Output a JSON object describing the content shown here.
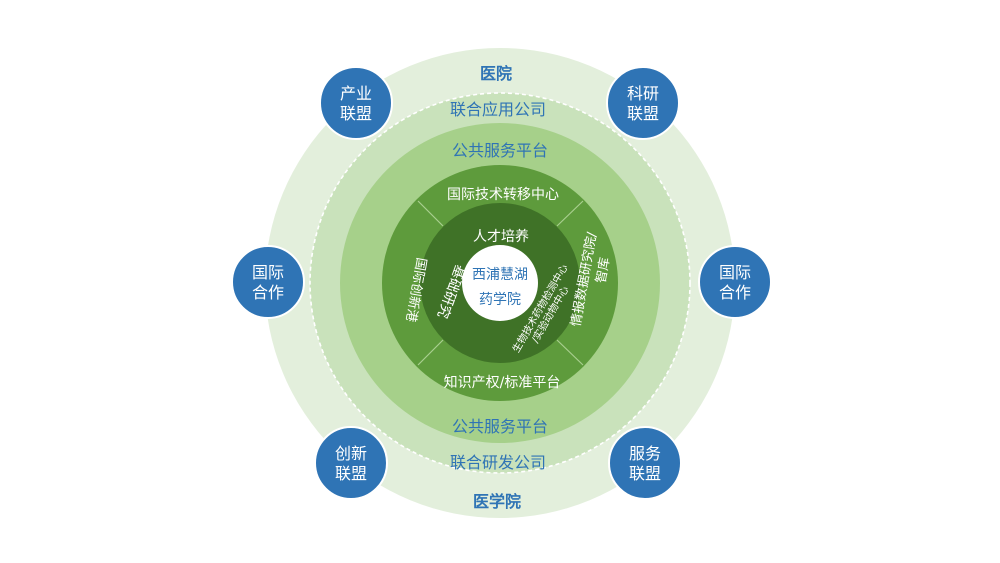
{
  "outer_ring": {
    "top": "医院",
    "bottom": "医学院"
  },
  "dashed_ring": {
    "top": "联合应用公司",
    "bottom": "联合研发公司"
  },
  "platform_ring": {
    "top": "公共服务平台",
    "bottom": "公共服务平台"
  },
  "dark_ring": {
    "top": "国际技术转移中心",
    "bottom": "知识产权/标准平台",
    "left": "国际创新港",
    "right_line1": "情报数据研究院/",
    "right_line2": "智库"
  },
  "inner_ring": {
    "top": "人才培养",
    "left": "基础研究",
    "right_line1": "生物技术药物检测中心",
    "right_line2": "/实验动物中心"
  },
  "center": {
    "line1": "西浦慧湖",
    "line2": "药学院"
  },
  "satellites": {
    "top_left": {
      "line1": "产业",
      "line2": "联盟"
    },
    "top_right": {
      "line1": "科研",
      "line2": "联盟"
    },
    "left": {
      "line1": "国际",
      "line2": "合作"
    },
    "right": {
      "line1": "国际",
      "line2": "合作"
    },
    "bottom_left": {
      "line1": "创新",
      "line2": "联盟"
    },
    "bottom_right": {
      "line1": "服务",
      "line2": "联盟"
    }
  },
  "colors": {
    "outer_ring": "#e3efdc",
    "dashed_ring": "#c9e2bb",
    "platform_ring": "#a6d08a",
    "dark_ring": "#5e9b3c",
    "inner_ring": "#3f7227",
    "center": "#ffffff",
    "satellite": "#2f74b5",
    "blue_text": "#2f74b5",
    "white_text": "#ffffff"
  }
}
